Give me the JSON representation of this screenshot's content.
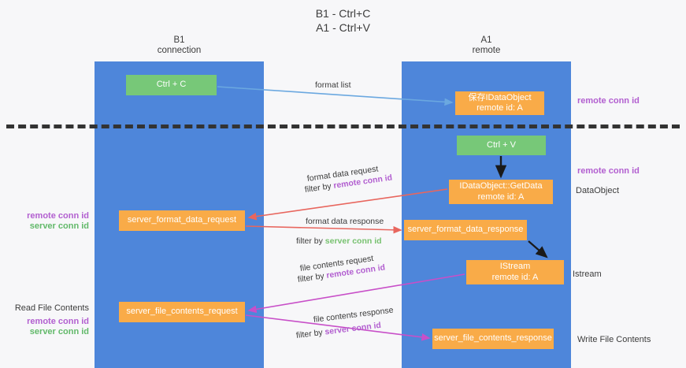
{
  "title": {
    "line1": "B1 - Ctrl+C",
    "line2": "A1 - Ctrl+V"
  },
  "lanes": [
    {
      "name": "b1",
      "title": "B1",
      "subtitle": "connection",
      "color": "#4e86da"
    },
    {
      "name": "a1",
      "title": "A1",
      "subtitle": "remote",
      "color": "#4e86da"
    }
  ],
  "nodes": {
    "ctrl_c": {
      "label": "Ctrl + C",
      "color": "#77c878"
    },
    "save_dataobject": {
      "label": "保存IDataObject",
      "sub": "remote id: A",
      "color": "#f9ab48"
    },
    "ctrl_v": {
      "label": "Ctrl + V",
      "color": "#77c878"
    },
    "getdata": {
      "label": "IDataObject::GetData",
      "sub": "remote id: A",
      "color": "#f9ab48"
    },
    "server_format_data_request": {
      "label": "server_format_data_request",
      "color": "#f9ab48"
    },
    "server_format_data_response": {
      "label": "server_format_data_response",
      "color": "#f9ab48"
    },
    "istream": {
      "label": "IStream",
      "sub": "remote id: A",
      "color": "#f9ab48"
    },
    "server_file_contents_request": {
      "label": "server_file_contents_request",
      "color": "#f9ab48"
    },
    "server_file_contents_response": {
      "label": "server_file_contents_response",
      "color": "#f9ab48"
    }
  },
  "edge_labels": {
    "format_list": "format list",
    "format_data_request": "format data request",
    "format_data_request_filter_prefix": "filter by ",
    "format_data_request_filter_key": "remote conn id",
    "format_data_response": "format data response",
    "format_data_response_filter_prefix": "filter by ",
    "format_data_response_filter_key": "server conn id",
    "file_contents_request": "file contents request",
    "file_contents_request_filter_prefix": "filter by ",
    "file_contents_request_filter_key": "remote conn id",
    "file_contents_response": "file contents response",
    "file_contents_response_filter_prefix": "filter by ",
    "file_contents_response_filter_key": "server conn id"
  },
  "annotations": {
    "remote_conn_id_top": "remote conn id",
    "remote_conn_id_mid": "remote conn id",
    "dataobject": "DataObject",
    "istream": "Istream",
    "write_file_contents": "Write File Contents",
    "left_remote_conn_id_1": "remote conn id",
    "left_server_conn_id_1": "server conn id",
    "read_file_contents": "Read File Contents",
    "left_remote_conn_id_2": "remote conn id",
    "left_server_conn_id_2": "server conn id"
  },
  "colors": {
    "lane": "#4e86da",
    "green_node": "#77c878",
    "orange_node": "#f9ab48",
    "purple_text": "#b25fd0",
    "green_text": "#62b96a",
    "red_arrow": "#e8665e",
    "magenta_arrow": "#c84fc8",
    "blue_arrow": "#6ba8e0",
    "black_arrow": "#1a1a1a",
    "divider": "#333333",
    "background": "#f7f7f9"
  }
}
